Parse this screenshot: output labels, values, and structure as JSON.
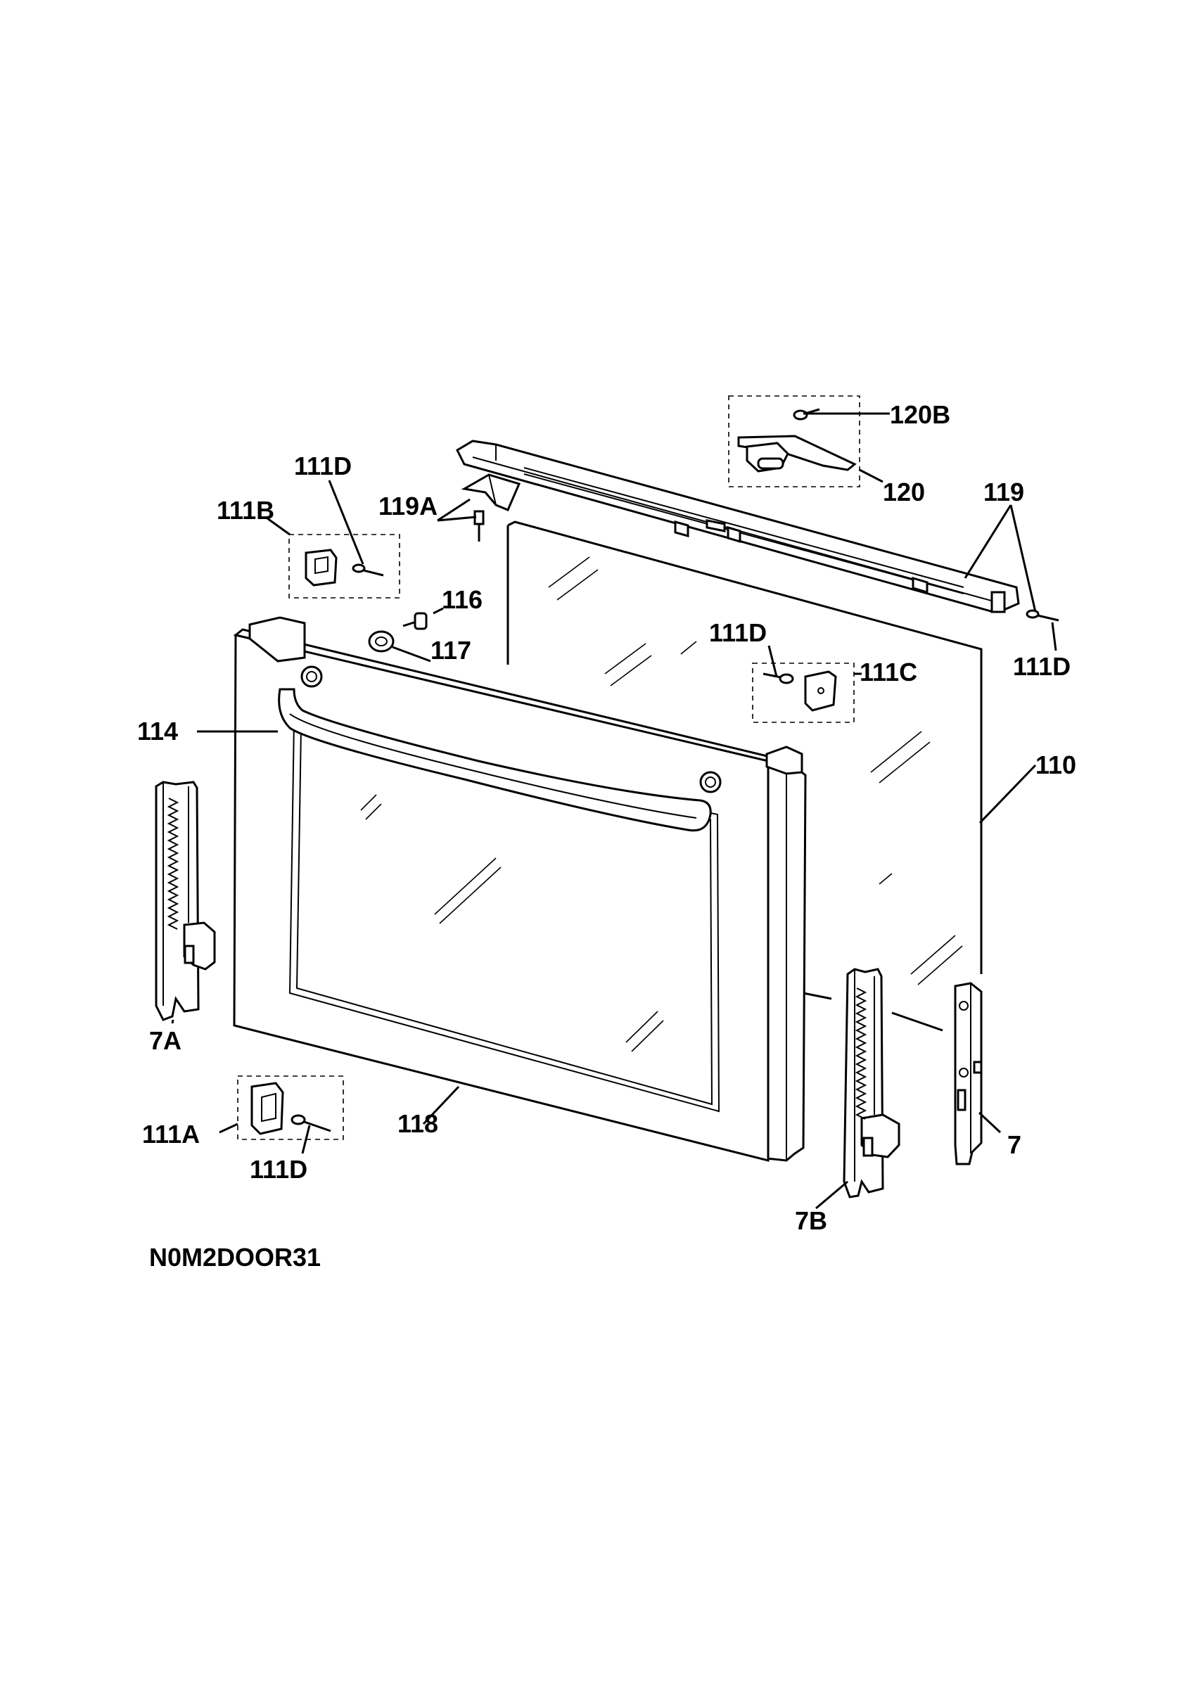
{
  "diagram": {
    "drawing_code": "N0M2DOOR31",
    "callouts": {
      "c120B": "120B",
      "c120": "120",
      "c119": "119",
      "c119A": "119A",
      "c111D_top": "111D",
      "c111B": "111B",
      "c116": "116",
      "c117": "117",
      "c111D_mid": "111D",
      "c111C": "111C",
      "c111D_right": "111D",
      "c114": "114",
      "c110": "110",
      "c7A": "7A",
      "c111A": "111A",
      "c111D_bottom": "111D",
      "c118": "118",
      "c7B": "7B",
      "c7": "7"
    }
  }
}
